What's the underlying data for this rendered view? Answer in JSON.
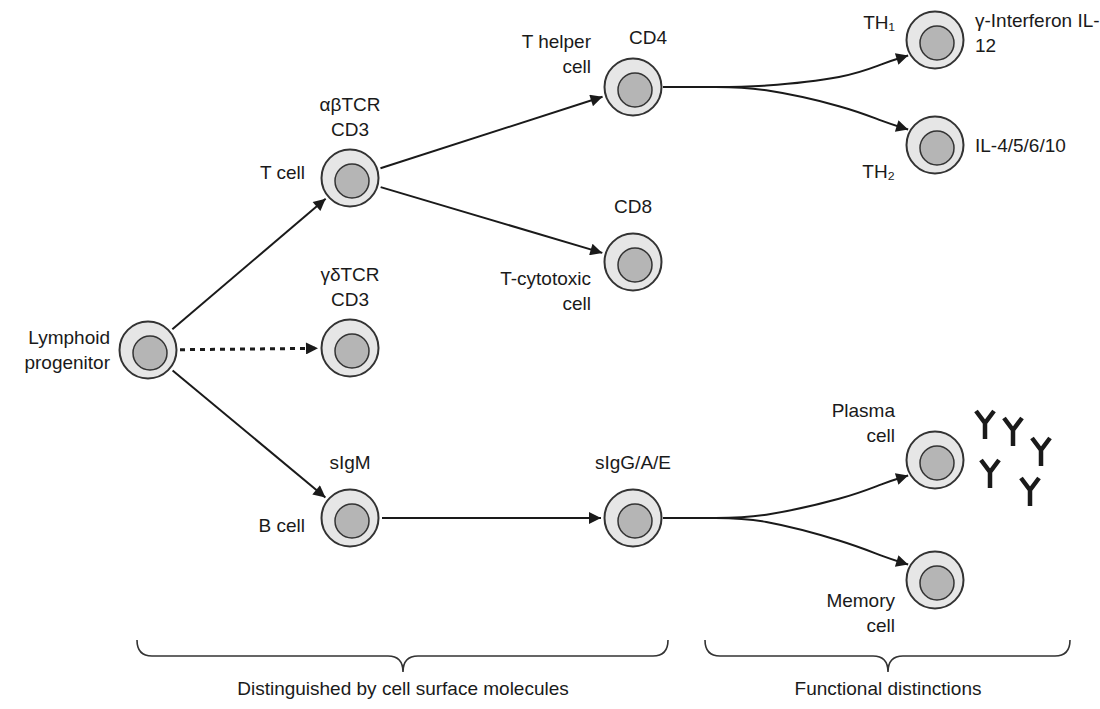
{
  "diagram": {
    "nodes": [
      {
        "text": [
          "Lymphoid progenitor"
        ]
      },
      {
        "text": [
          "αβTCR CD3",
          "T cell"
        ]
      },
      {
        "text": [
          "γδTCR CD3"
        ]
      },
      {
        "text": [
          "sIgM",
          "B cell"
        ]
      },
      {
        "text": [
          "CD4",
          "T helper cell"
        ]
      },
      {
        "text": [
          "CD8",
          "T-cytotoxic cell"
        ]
      },
      {
        "text": [
          "sIgG/A/E"
        ]
      },
      {
        "text": [
          "TH₁",
          "γ-Interferon IL-12"
        ]
      },
      {
        "text": [
          "TH₂",
          "IL-4/5/6/10"
        ]
      },
      {
        "text": [
          "Plasma cell"
        ]
      },
      {
        "text": [
          "Memory cell"
        ]
      }
    ],
    "edges": [
      {
        "from": 0,
        "to": 1,
        "arrow": "to"
      },
      {
        "from": 0,
        "to": 2,
        "arrow": "to"
      },
      {
        "from": 0,
        "to": 3,
        "arrow": "to"
      },
      {
        "from": 1,
        "to": 4,
        "arrow": "to"
      },
      {
        "from": 1,
        "to": 5,
        "arrow": "to"
      },
      {
        "from": 4,
        "to": 7,
        "arrow": "to"
      },
      {
        "from": 4,
        "to": 8,
        "arrow": "to"
      },
      {
        "from": 3,
        "to": 6,
        "arrow": "to"
      },
      {
        "from": 6,
        "to": 9,
        "arrow": "to"
      },
      {
        "from": 6,
        "to": 10,
        "arrow": "to"
      }
    ],
    "labels": [
      "Distinguished by cell surface molecules",
      "Functional distinctions"
    ]
  }
}
